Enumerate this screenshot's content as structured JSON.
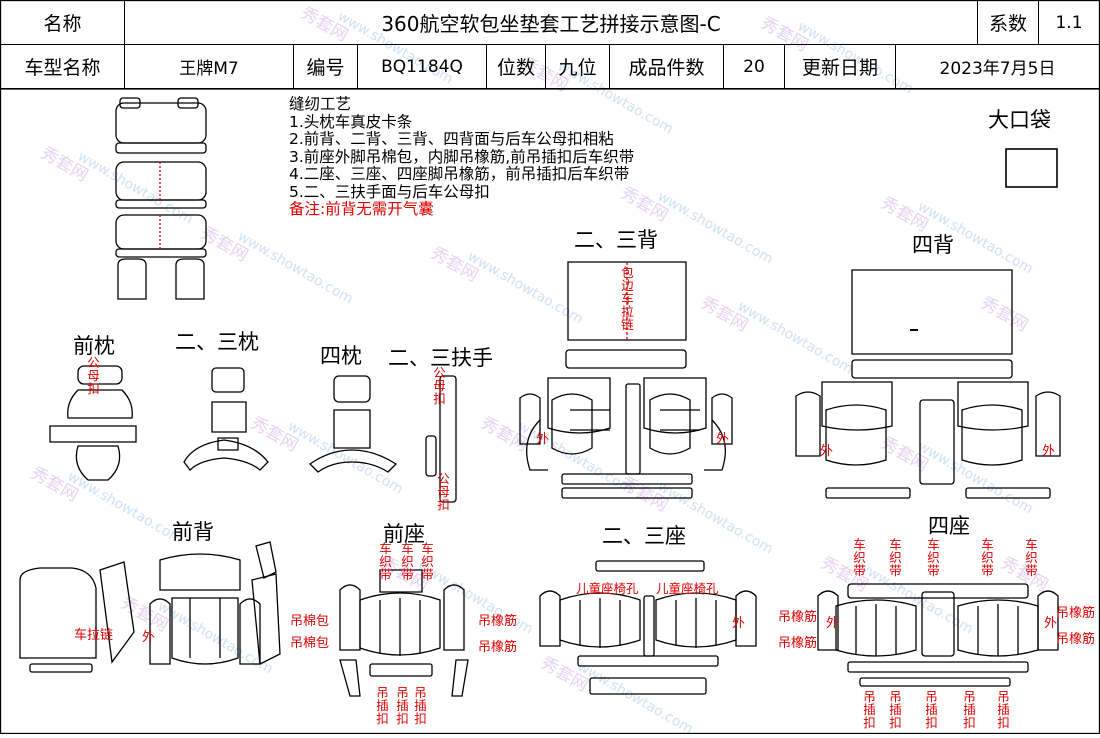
{
  "header": {
    "name_label": "名称",
    "title": "360航空软包坐垫套工艺拼接示意图-C",
    "coef_label": "系数",
    "coef_value": "1.1",
    "model_label": "车型名称",
    "model_value": "王牌M7",
    "code_label": "编号",
    "code_value": "BQ1184Q",
    "seats_label": "位数",
    "seats_value": "九位",
    "pieces_label": "成品件数",
    "pieces_value": "20",
    "date_label": "更新日期",
    "date_value": "2023年7月5日"
  },
  "process": {
    "heading": "缝纫工艺",
    "steps": [
      "1.头枕车真皮卡条",
      "2.前背、二背、三背、四背面与后车公母扣相粘",
      "3.前座外脚吊棉包，内脚吊橡筋,前吊插扣后车织带",
      "4.二座、三座、四座脚吊橡筋，前吊插扣后车织带",
      "5.二、三扶手面与后车公母扣"
    ],
    "remark": "备注:前背无需开气囊"
  },
  "sections": {
    "big_pocket": "大口袋",
    "front_pillow": "前枕",
    "pillow_23": "二、三枕",
    "pillow_4": "四枕",
    "armrest_23": "二、三扶手",
    "back_23": "二、三背",
    "back_4": "四背",
    "back_front": "前背",
    "seat_front": "前座",
    "seat_23": "二、三座",
    "seat_4": "四座"
  },
  "annotations": {
    "snap_button": "公母扣",
    "edge_zip": "包边车拉链",
    "outer": "外",
    "sew_zip": "车拉链",
    "sew_strap": "车织带",
    "cotton_pack": "吊棉包",
    "elastic": "吊橡筋",
    "hang_buckle": "吊插扣",
    "child_seat_hole": "儿童座椅孔"
  },
  "watermark": {
    "brand": "秀套网",
    "url": "www.showtao.com"
  }
}
